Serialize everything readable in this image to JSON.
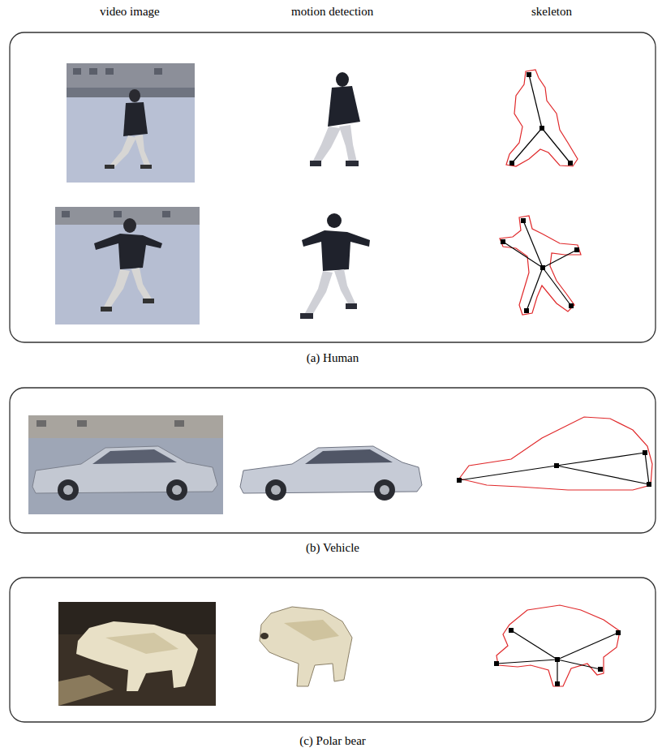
{
  "diagram": {
    "nodes": [
      {
        "text": [
          "(a) Human"
        ]
      },
      {
        "text": [
          "(b) Vehicle"
        ]
      },
      {
        "text": [
          "(c) Polar bear"
        ]
      }
    ],
    "labels": [
      "video image",
      "motion detection",
      "skeleton"
    ]
  }
}
